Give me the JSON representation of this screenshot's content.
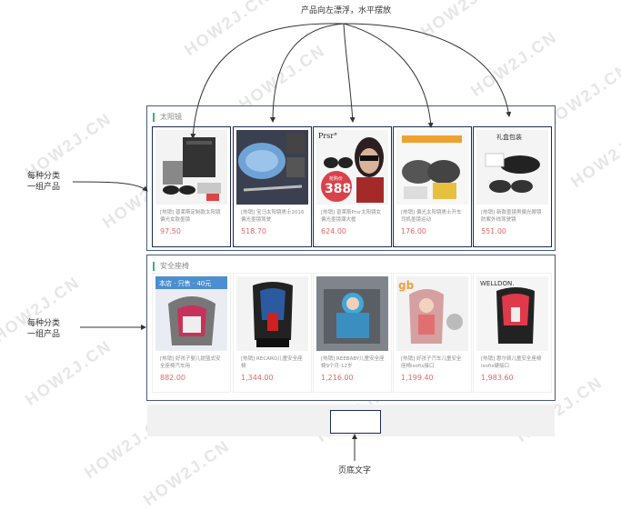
{
  "annotations": {
    "top": "产品向左漂浮，水平摆放",
    "left1_line1": "每种分类",
    "left1_line2": "一组产品",
    "left2_line1": "每种分类",
    "left2_line2": "一组产品",
    "bottom": "页底文字"
  },
  "watermark_text": "HOW2J.CN",
  "categories": [
    {
      "title": "太阳镜",
      "products": [
        {
          "name": "[热销] 普莱斯定制款太阳镜偏光女款墨镜",
          "price": "97.50"
        },
        {
          "name": "[热销] 宝马太阳镜男士2016偏光墨镜驾驶",
          "price": "518.70"
        },
        {
          "name": "[热销] 普莱斯Prsr太阳镜女偏光墨镜潮大框",
          "price": "624.00"
        },
        {
          "name": "[热销] 偏光太阳镜男士开车司机墨镜运动",
          "price": "176.00"
        },
        {
          "name": "[热销] 新款墨镜男偏光眼镜防紫外线驾驶镜",
          "price": "551.00"
        }
      ]
    },
    {
      "title": "安全座椅",
      "products": [
        {
          "name": "[热销] 好孩子婴儿提篮式安全座椅汽车用",
          "price": "882.00"
        },
        {
          "name": "[热销] RECARO儿童安全座椅",
          "price": "1,344.00"
        },
        {
          "name": "[热销] REEBABY儿童安全座椅9个月-12岁",
          "price": "1,216.00"
        },
        {
          "name": "[热销] 好孩子汽车儿童安全座椅isofix接口",
          "price": "1,199.40"
        },
        {
          "name": "[热销] 惠尔顿儿童安全座椅isofix硬接口",
          "price": "1,983.60"
        }
      ]
    }
  ],
  "image_labels": {
    "sunglass_prsr": "Prsr°",
    "sunglass_price_badge": "388",
    "sunglass_badge_small": "抢购价",
    "sunglass_gift_title": "礼盒包装",
    "seat_promo": "本店 · 只售 · 40元",
    "seat_brand": "WELLDON.",
    "seat_gb": "gb"
  },
  "colors": {
    "price": "#e66666",
    "accent": "#37b37e",
    "frame": "#1c2a55"
  }
}
